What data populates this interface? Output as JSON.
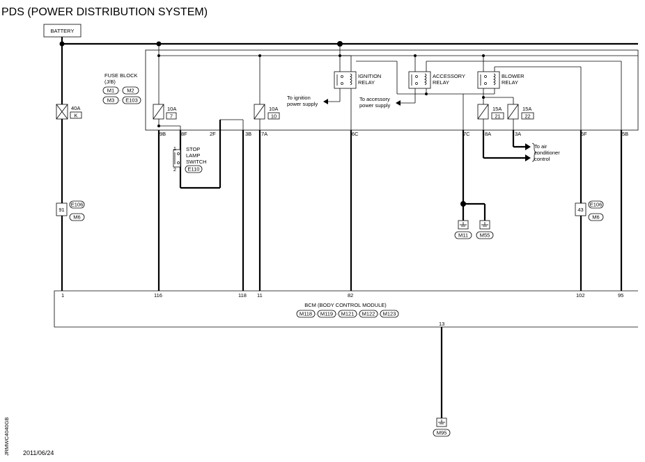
{
  "title": "PDS (POWER DISTRIBUTION SYSTEM)",
  "battery": "BATTERY",
  "fuse_block": {
    "label_line1": "FUSE BLOCK",
    "label_line2": "(J/B)",
    "connectors": [
      "M1",
      "M2",
      "M3",
      "E103"
    ],
    "fuses": [
      {
        "rating": "10A",
        "number": "7"
      },
      {
        "rating": "10A",
        "number": "10"
      },
      {
        "rating": "15A",
        "number": "21"
      },
      {
        "rating": "15A",
        "number": "22"
      }
    ],
    "pins": [
      "9B",
      "8F",
      "2F",
      "3B",
      "7A",
      "6C",
      "7C",
      "8A",
      "3A",
      "6F",
      "5B"
    ]
  },
  "fusible_link": {
    "rating": "40A",
    "letter": "K"
  },
  "relays": {
    "ignition": [
      "IGNITION",
      "RELAY"
    ],
    "accessory": [
      "ACCESSORY",
      "RELAY"
    ],
    "blower": [
      "BLOWER",
      "RELAY"
    ]
  },
  "outputs": {
    "ignition": [
      "To ignition",
      "power supply"
    ],
    "accessory": [
      "To accessory",
      "power supply"
    ],
    "air_conditioner": [
      "To air",
      "conditioner",
      "control"
    ]
  },
  "stop_lamp_switch": {
    "label": [
      "STOP",
      "LAMP",
      "SWITCH"
    ],
    "pin1": "1",
    "pin2": "2",
    "connector": "E110"
  },
  "junction_left": {
    "pin": "91",
    "connectors": [
      "E106",
      "M6"
    ]
  },
  "junction_right": {
    "pin": "43",
    "connectors": [
      "E106",
      "M6"
    ]
  },
  "grounds": [
    "M11",
    "M55",
    "M95"
  ],
  "bcm": {
    "label": "BCM (BODY CONTROL MODULE)",
    "connectors": [
      "M118",
      "M119",
      "M121",
      "M122",
      "M123"
    ],
    "pins": [
      "1",
      "116",
      "118",
      "11",
      "82",
      "102",
      "95",
      "13"
    ]
  },
  "date": "2011/06/24",
  "side_code": "JRMWC4040GB"
}
